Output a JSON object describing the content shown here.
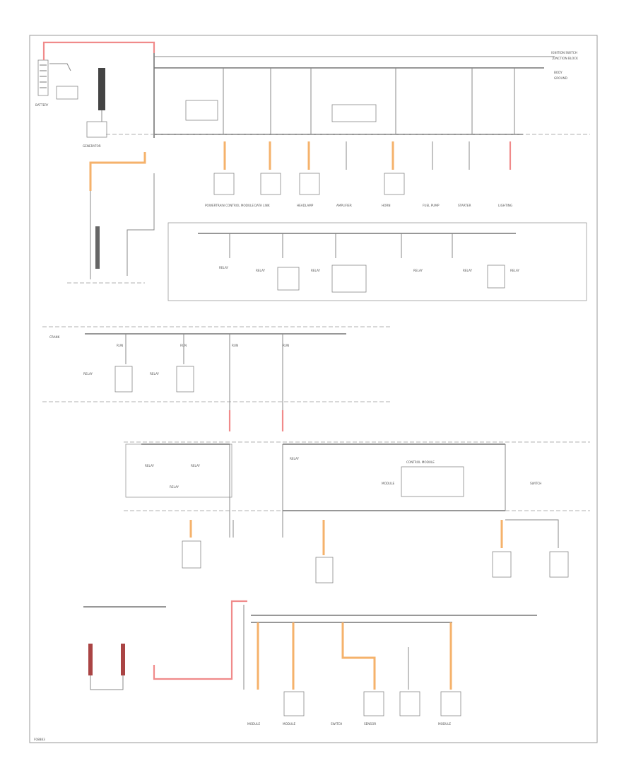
{
  "upper": {
    "battery": "BATTERY",
    "generator": "GENERATOR",
    "top_labels": [
      "IGNITION SWITCH",
      "JUNCTION BLOCK",
      "BODY",
      "GROUND"
    ],
    "loads": [
      "POWERTRAIN CONTROL MODULE",
      "DATA LINK",
      "HEADLAMP",
      "AMPLIFIER",
      "HORN",
      "FUEL PUMP",
      "STARTER",
      "LIGHTING"
    ],
    "sub_loads": [
      "RELAY",
      "RELAY",
      "RELAY",
      "RELAY",
      "RELAY",
      "RELAY"
    ]
  },
  "middle": {
    "bus_labels": [
      "CRANK",
      "RUN",
      "RUN",
      "RUN",
      "RUN"
    ],
    "loads": [
      "RELAY",
      "RELAY"
    ]
  },
  "lower": {
    "left_labels": [
      "RELAY",
      "RELAY",
      "RELAY"
    ],
    "right_labels": [
      "CONTROL MODULE",
      "RELAY",
      "MODULE",
      "SWITCH"
    ],
    "bottom_loads": [
      "MODULE",
      "MODULE",
      "SWITCH",
      "SENSOR",
      "MODULE"
    ]
  },
  "footer": {
    "ref": "F08883"
  }
}
